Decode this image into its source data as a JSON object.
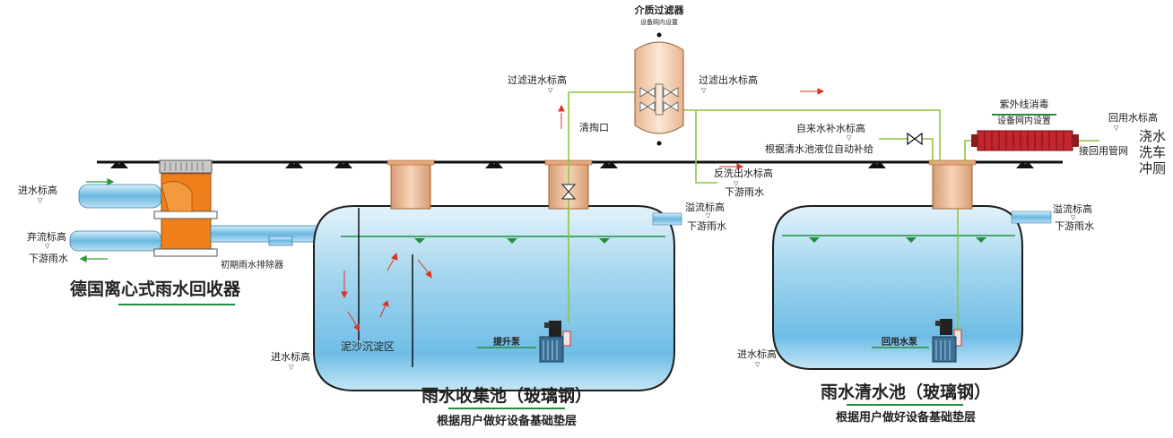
{
  "filter": {
    "title": "介质过滤器",
    "note": "设备网内设置"
  },
  "uv": {
    "title": "紫外线消毒",
    "note": "设备网内设置"
  },
  "collector": {
    "title": "德国离心式雨水回收器"
  },
  "labels": {
    "inlet": "进水标高",
    "overflow_discard": "弃流标高",
    "downstream": "下游雨水",
    "first_flush": "初期雨水排除器",
    "filter_in": "过滤进水标高",
    "filter_out": "过滤出水标高",
    "cleanout": "清掏口",
    "backwash": "反洗出水标高",
    "overflow": "溢流标高",
    "makeup_level": "自来水补水标高",
    "makeup_auto": "根据清水池液位自动补给",
    "reuse_level": "回用水标高",
    "to_pipe": "接回用管网",
    "sediment": "泥沙沉淀区",
    "lift_pump": "提升泵",
    "reuse_pump": "回用水泵",
    "water_mark": "▽"
  },
  "uses": [
    "浇水",
    "洗车",
    "冲厕"
  ],
  "tanks": {
    "collection": {
      "title": "雨水收集池（玻璃钢）",
      "sub": "根据用户做好设备基础垫层"
    },
    "clear": {
      "title": "雨水清水池（玻璃钢）",
      "sub": "根据用户做好设备基础垫层"
    }
  },
  "colors": {
    "pipe": "#8cc63f",
    "tank": "#b9ddef",
    "accent": "#e2781f",
    "heater": "#c1272d"
  }
}
